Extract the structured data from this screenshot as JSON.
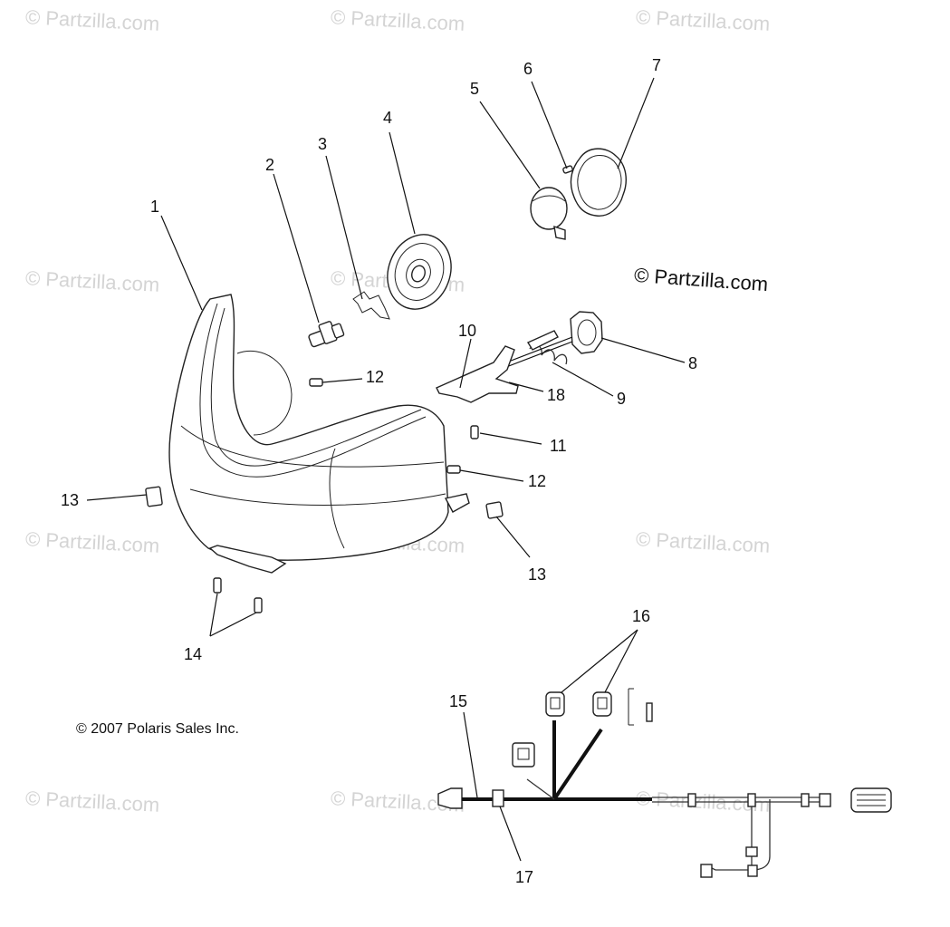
{
  "watermark": "© Partzilla.com",
  "copyright_main": "© Partzilla.com",
  "copyright_polaris": "© 2007 Polaris Sales Inc.",
  "callouts": {
    "c1": "1",
    "c2": "2",
    "c3": "3",
    "c4": "4",
    "c5": "5",
    "c6": "6",
    "c7": "7",
    "c8": "8",
    "c9": "9",
    "c10": "10",
    "c11": "11",
    "c12a": "12",
    "c12b": "12",
    "c13a": "13",
    "c13b": "13",
    "c14": "14",
    "c15": "15",
    "c16": "16",
    "c17": "17",
    "c18": "18"
  }
}
